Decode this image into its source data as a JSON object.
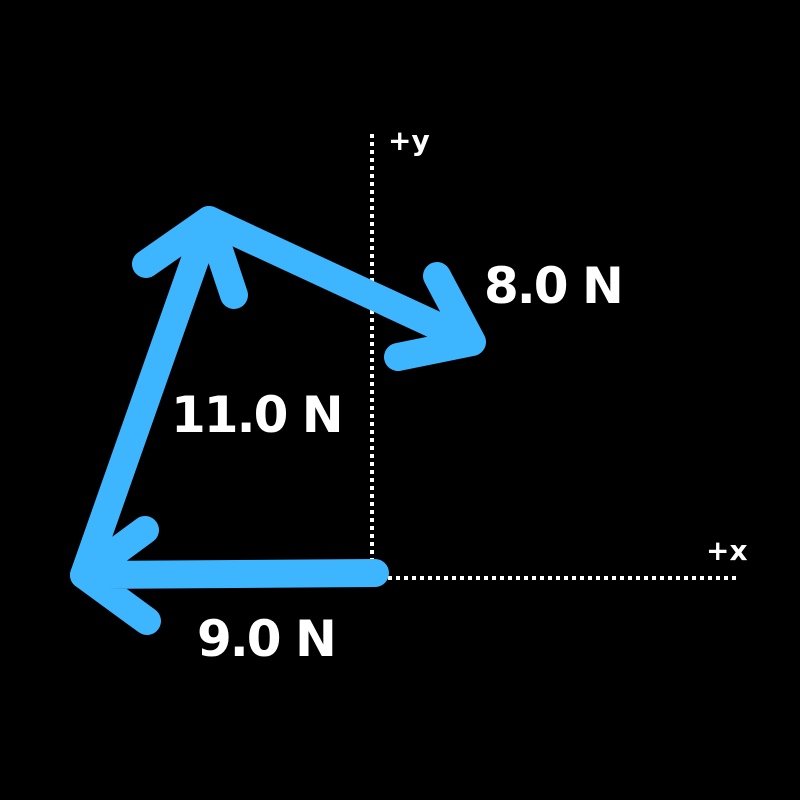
{
  "axes": {
    "x_label": "+x",
    "y_label": "+y"
  },
  "colors": {
    "background": "#000000",
    "vector": "#3db5ff",
    "text": "#ffffff"
  },
  "vectors": [
    {
      "id": "v9",
      "label": "9.0 N",
      "magnitude_n": 9.0
    },
    {
      "id": "v11",
      "label": "11.0 N",
      "magnitude_n": 11.0
    },
    {
      "id": "v8",
      "label": "8.0 N",
      "magnitude_n": 8.0
    }
  ]
}
